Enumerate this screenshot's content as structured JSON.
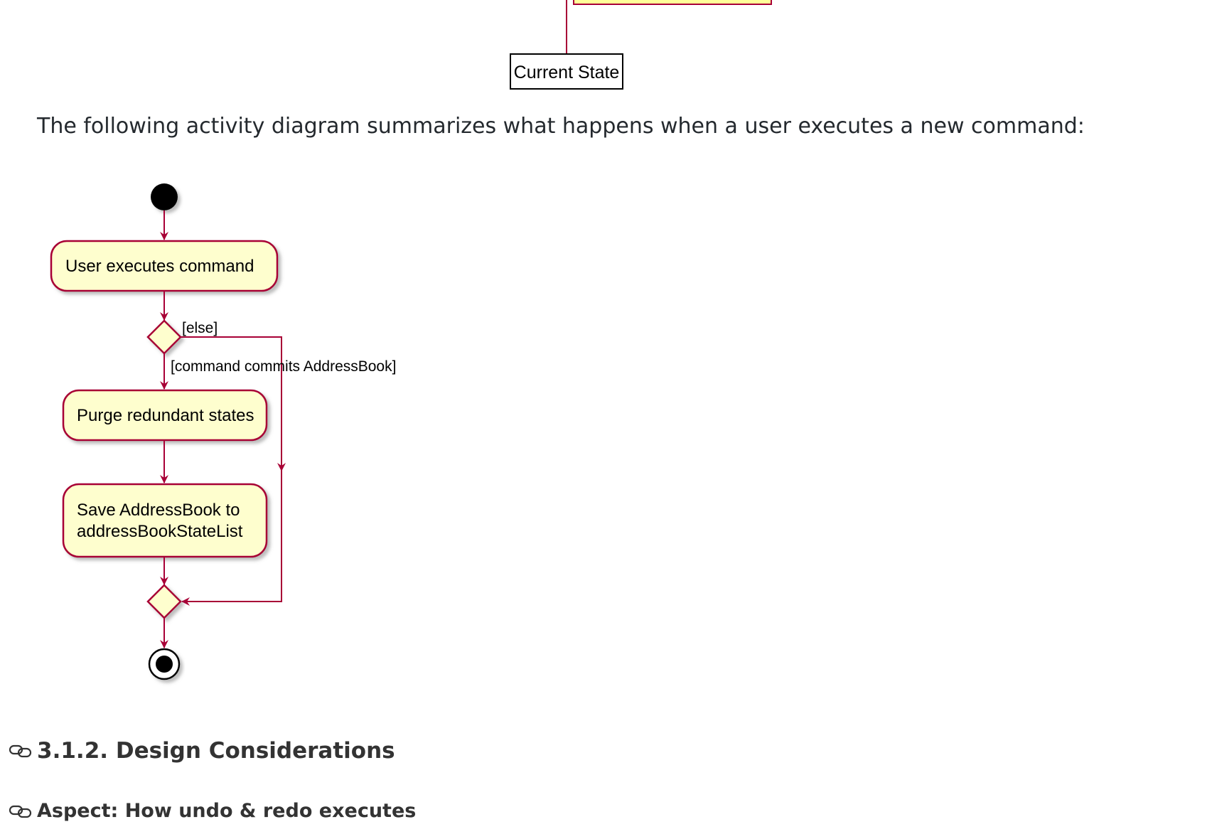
{
  "top_diagram": {
    "current_state_label": "Current State"
  },
  "intro": {
    "text": "The following activity diagram summarizes what happens when a user executes a new command:"
  },
  "activity_diagram": {
    "node_user_executes": "User executes command",
    "guard_else": "[else]",
    "guard_commits": "[command commits AddressBook]",
    "node_purge": "Purge redundant states",
    "node_save_line1": "Save AddressBook to",
    "node_save_line2": "addressBookStateList"
  },
  "colors": {
    "uml_border": "#a80036",
    "uml_fill": "#fefece",
    "top_box_fill": "#ffff99"
  },
  "sections": {
    "design_heading": "3.1.2. Design Considerations",
    "aspect_heading": "Aspect: How undo & redo executes"
  },
  "icons": {
    "heading_anchor": "link-icon"
  }
}
